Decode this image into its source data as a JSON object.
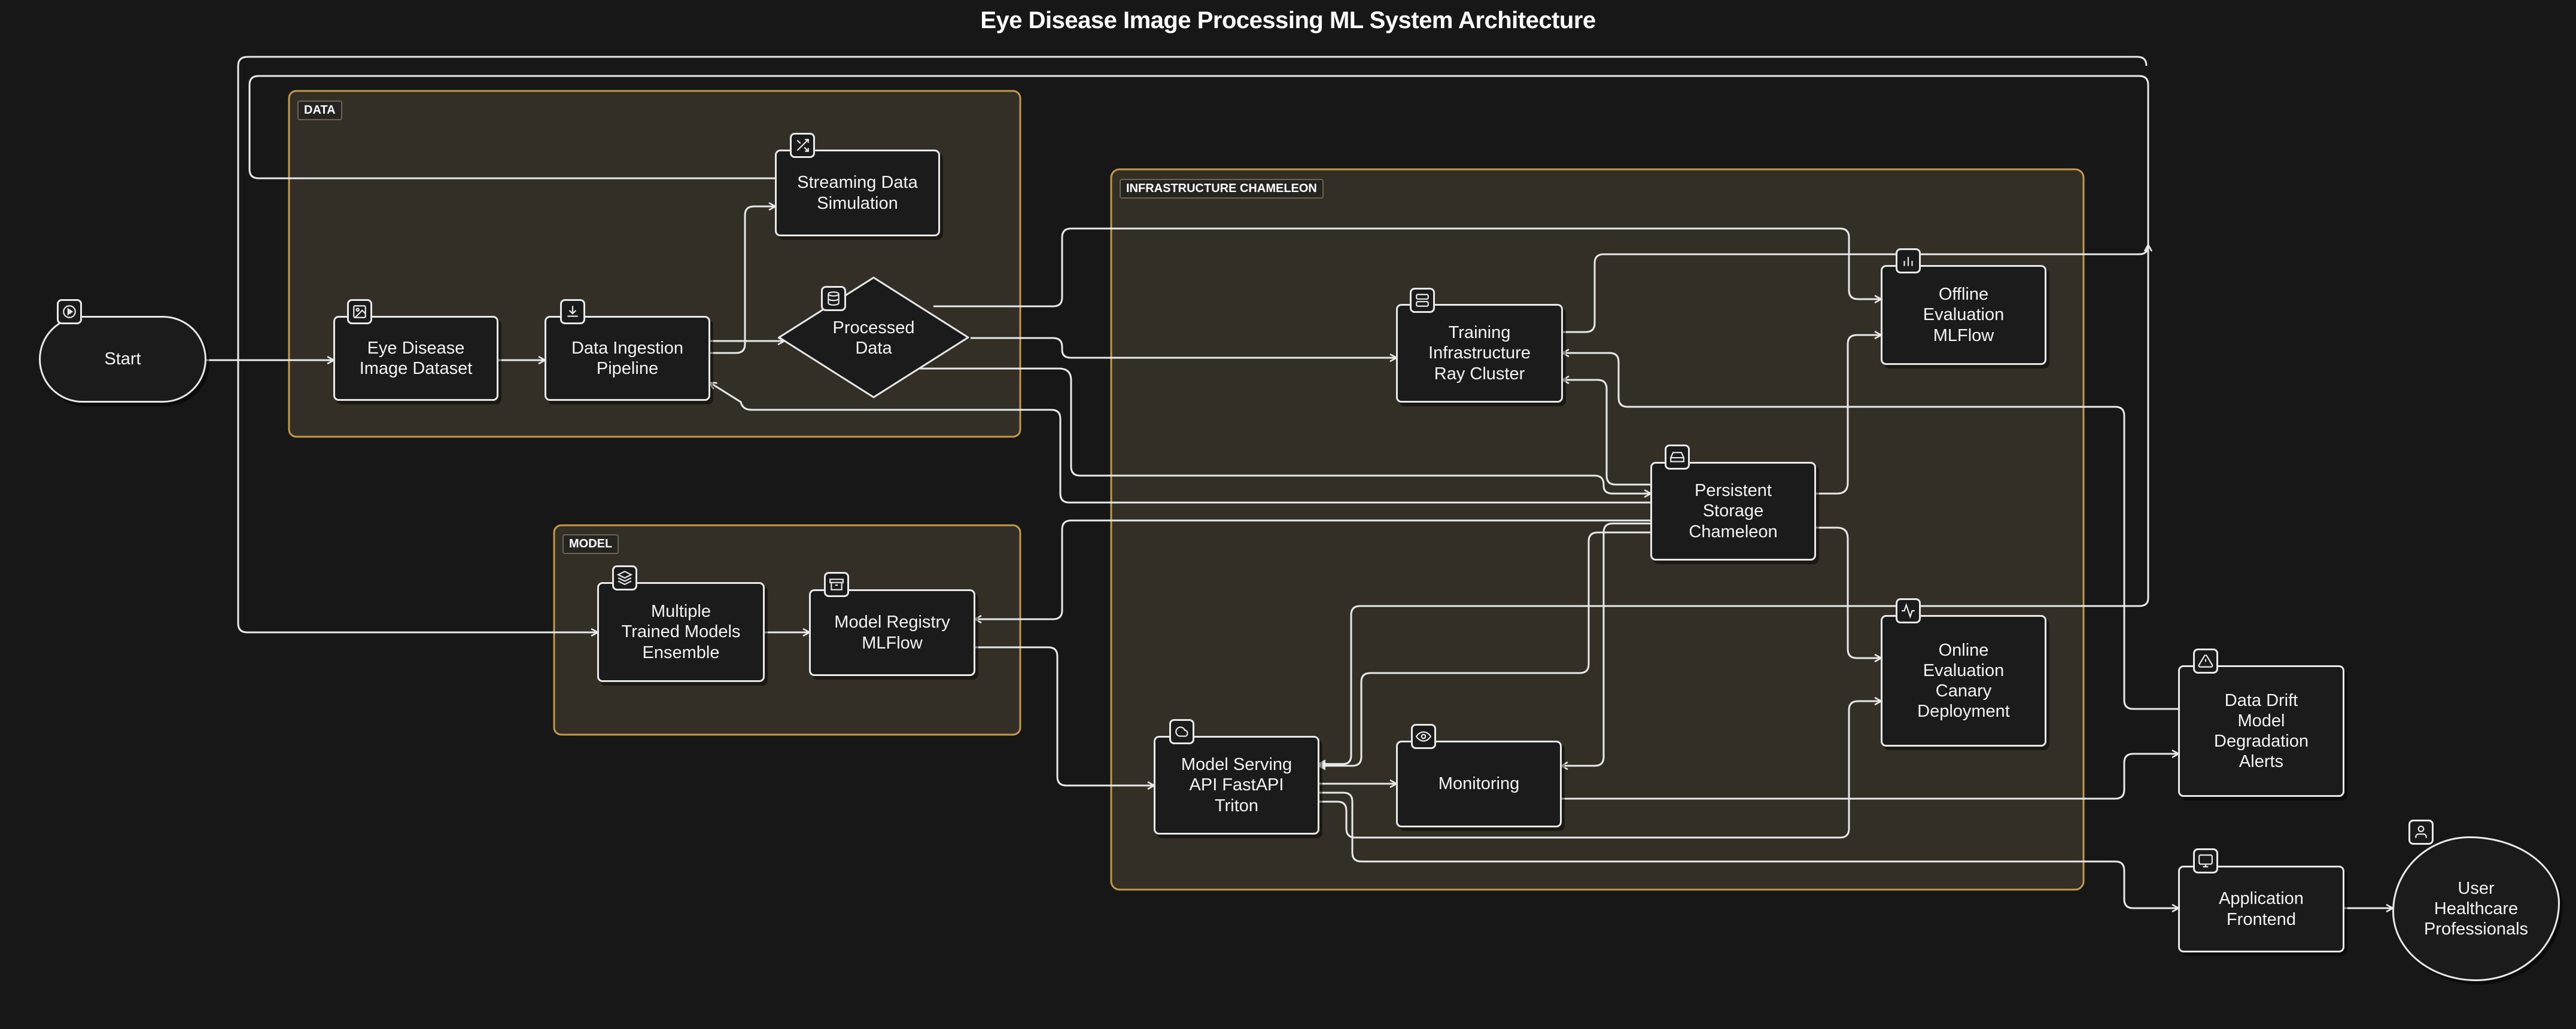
{
  "title": "Eye Disease Image Processing ML System Architecture",
  "groups": {
    "data": "DATA",
    "infra": "INFRASTRUCTURE CHAMELEON",
    "model": "MODEL"
  },
  "nodes": {
    "start": "Start",
    "dataset": "Eye Disease\nImage Dataset",
    "ingestion": "Data Ingestion\nPipeline",
    "streaming": "Streaming Data\nSimulation",
    "processed": "Processed\nData",
    "training": "Training\nInfrastructure\nRay Cluster",
    "offline": "Offline\nEvaluation\nMLFlow",
    "storage": "Persistent\nStorage\nChameleon",
    "ensemble": "Multiple\nTrained Models\nEnsemble",
    "registry": "Model Registry\nMLFlow",
    "online": "Online\nEvaluation\nCanary\nDeployment",
    "serving": "Model Serving\nAPI FastAPI\nTriton",
    "monitoring": "Monitoring",
    "drift": "Data Drift\nModel\nDegradation\nAlerts",
    "frontend": "Application\nFrontend",
    "user": "User\nHealthcare\nProfessionals"
  },
  "colors": {
    "background": "#171717",
    "group_fill": "#332f27",
    "group_border": "#c49a4a",
    "node_fill": "#1b1b1b",
    "stroke": "#e9e9e9"
  },
  "icons": {
    "start": "play-icon",
    "dataset": "image-icon",
    "ingestion": "download-icon",
    "streaming": "shuffle-icon",
    "processed": "database-icon",
    "training": "server-icon",
    "offline": "bar-chart-icon",
    "storage": "hard-drive-icon",
    "ensemble": "layers-icon",
    "registry": "archive-icon",
    "online": "activity-icon",
    "serving": "cloud-icon",
    "monitoring": "eye-icon",
    "drift": "alert-triangle-icon",
    "frontend": "monitor-icon",
    "user": "user-icon"
  }
}
